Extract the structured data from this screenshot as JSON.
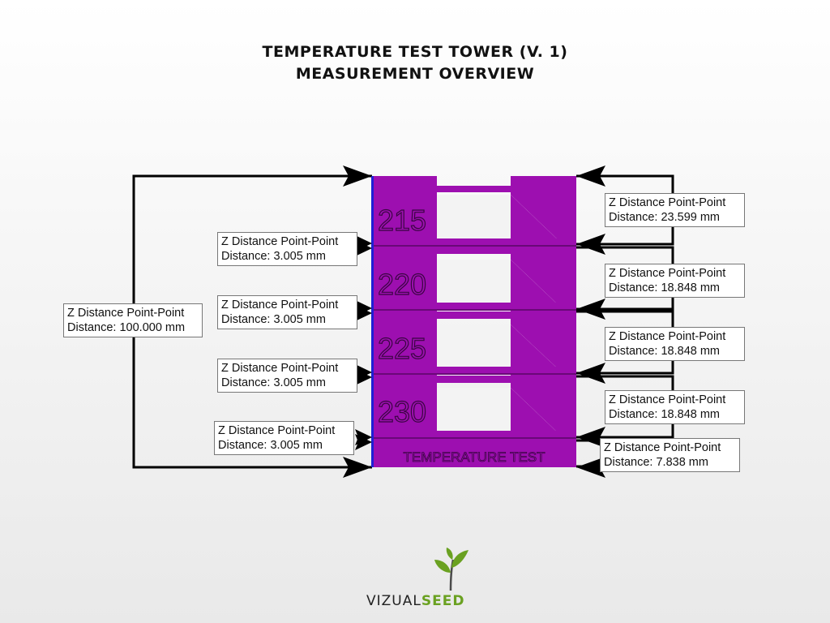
{
  "title_line_1": "Temperature Test Tower (V. 1)",
  "title_line_2": "Measurement Overview",
  "tower": {
    "color": "#9d0fb0",
    "edge_color": "#1f1fd6",
    "sections": [
      "215",
      "220",
      "225",
      "230"
    ],
    "base_label": "TEMPERATURE TEST"
  },
  "measurements": {
    "total": {
      "title": "Z Distance Point-Point",
      "value": "Distance: 100.000 mm"
    },
    "left": [
      {
        "title": "Z Distance Point-Point",
        "value": "Distance: 3.005 mm"
      },
      {
        "title": "Z Distance Point-Point",
        "value": "Distance: 3.005 mm"
      },
      {
        "title": "Z Distance Point-Point",
        "value": "Distance: 3.005 mm"
      },
      {
        "title": "Z Distance Point-Point",
        "value": "Distance: 3.005 mm"
      }
    ],
    "right": [
      {
        "title": "Z Distance Point-Point",
        "value": "Distance: 23.599 mm"
      },
      {
        "title": "Z Distance Point-Point",
        "value": "Distance: 18.848 mm"
      },
      {
        "title": "Z Distance Point-Point",
        "value": "Distance: 18.848 mm"
      },
      {
        "title": "Z Distance Point-Point",
        "value": "Distance: 18.848 mm"
      },
      {
        "title": "Z Distance Point-Point",
        "value": "Distance: 7.838 mm"
      }
    ]
  },
  "logo": {
    "word_1": "VIZUAL",
    "word_2": "SEED",
    "accent": "#6aa121",
    "icon": "seedling-icon"
  }
}
